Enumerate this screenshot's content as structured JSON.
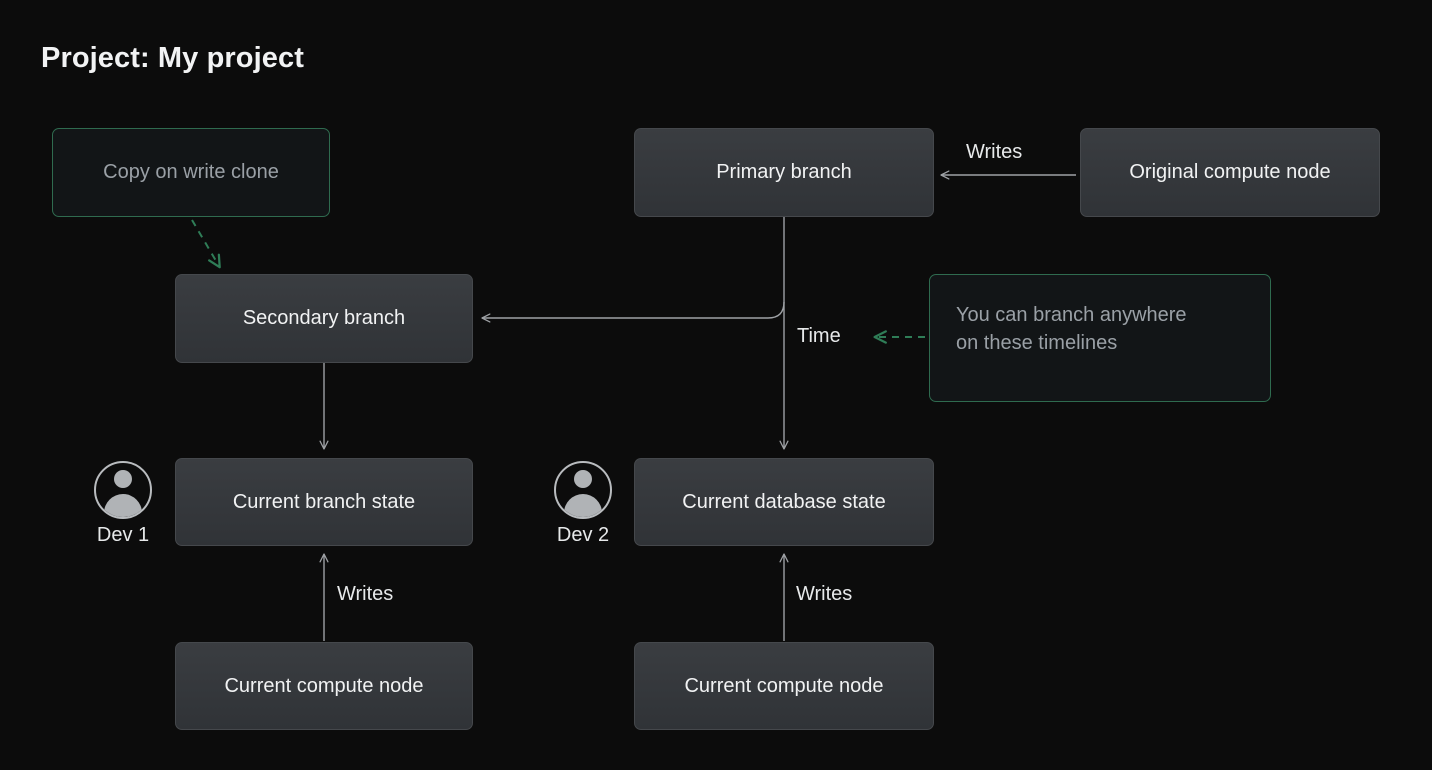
{
  "page": {
    "title": "Project: My project",
    "background_color": "#0c0c0c"
  },
  "colors": {
    "node_fill": "#34373b",
    "node_border": "#45484c",
    "node_text": "#f1f2f3",
    "note_border": "#2f6b4f",
    "note_fill": "#121517",
    "note_text": "#9aa0a6",
    "connector": "#9ea1a5",
    "dashed_connector": "#2f7d57",
    "title_text": "#f2f3f4"
  },
  "nodes": [
    {
      "id": "copy-on-write-clone",
      "label": "Copy on write clone",
      "kind": "note"
    },
    {
      "id": "primary-branch",
      "label": "Primary branch",
      "kind": "node"
    },
    {
      "id": "original-compute-node",
      "label": "Original compute node",
      "kind": "node"
    },
    {
      "id": "secondary-branch",
      "label": "Secondary branch",
      "kind": "node"
    },
    {
      "id": "branch-anywhere-note",
      "label": "You can branch anywhere on these timelines",
      "kind": "note"
    },
    {
      "id": "current-branch-state",
      "label": "Current branch state",
      "kind": "node"
    },
    {
      "id": "current-database-state",
      "label": "Current database state",
      "kind": "node"
    },
    {
      "id": "current-compute-node-left",
      "label": "Current compute node",
      "kind": "node"
    },
    {
      "id": "current-compute-node-right",
      "label": "Current compute node",
      "kind": "node"
    }
  ],
  "note_lines": {
    "branch_anywhere_line1": "You can branch anywhere",
    "branch_anywhere_line2": "on these timelines"
  },
  "edge_labels": {
    "writes_top": "Writes",
    "writes_left": "Writes",
    "writes_right": "Writes",
    "time": "Time"
  },
  "actors": [
    {
      "id": "dev-1",
      "label": "Dev 1",
      "icon": "user-avatar-icon"
    },
    {
      "id": "dev-2",
      "label": "Dev 2",
      "icon": "user-avatar-icon"
    }
  ]
}
